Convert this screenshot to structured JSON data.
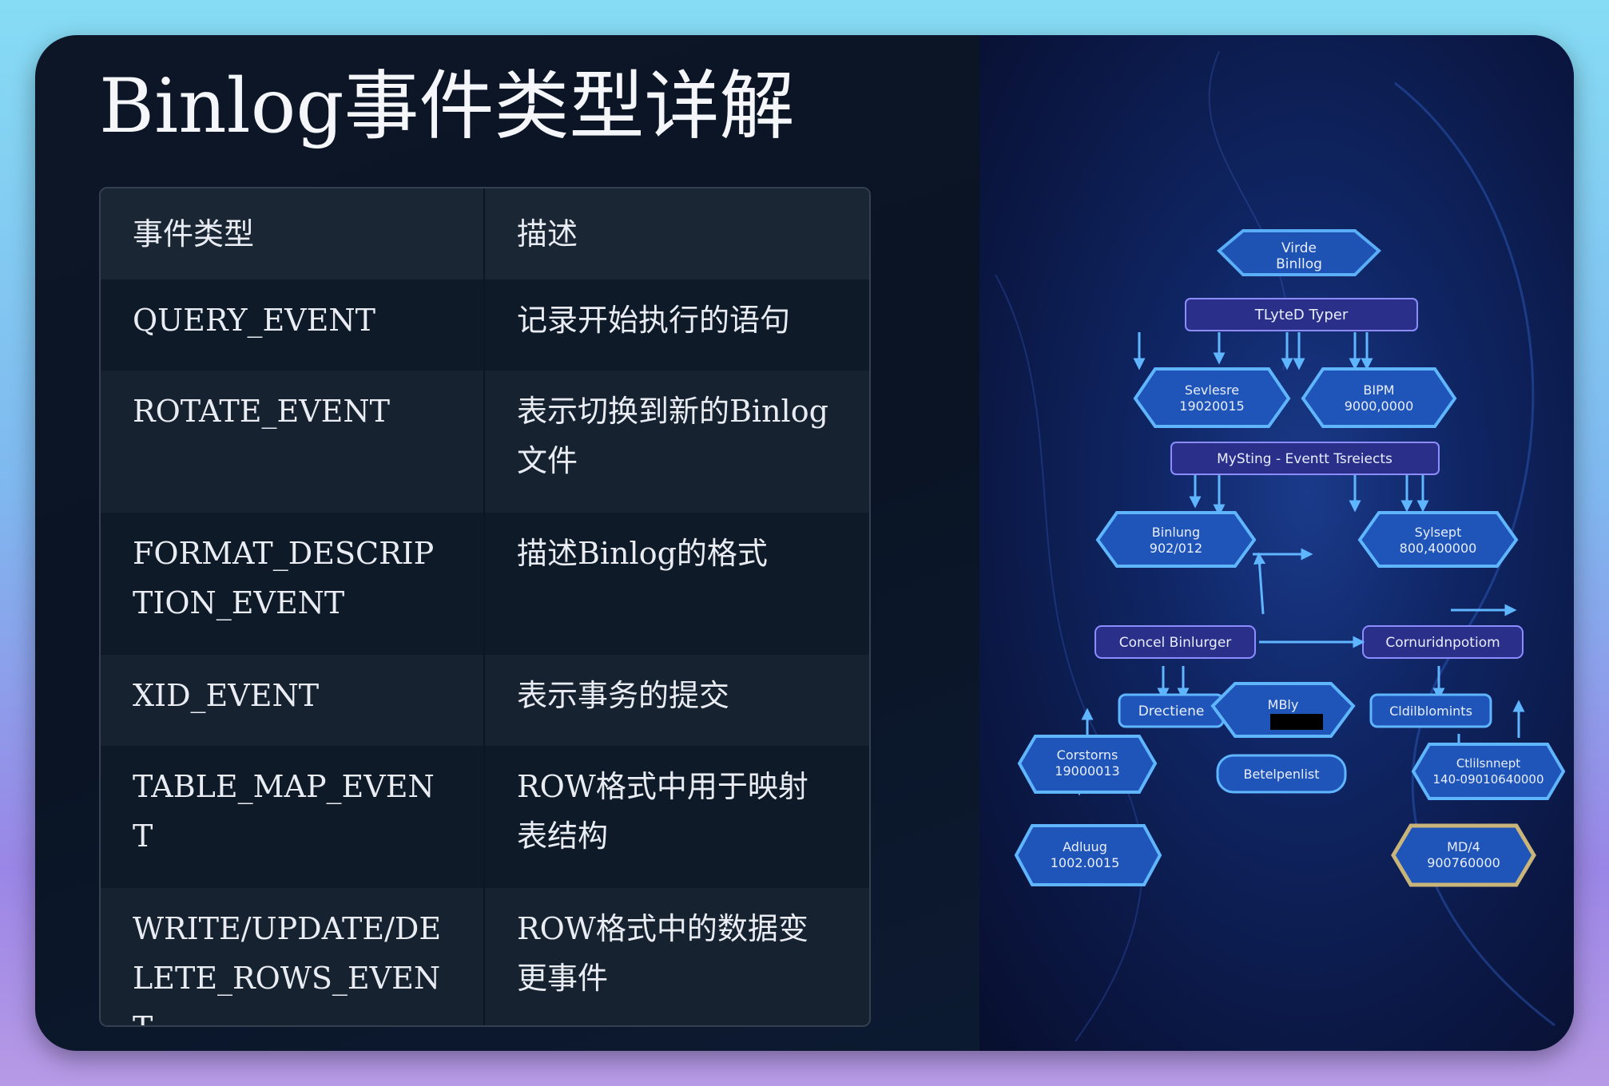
{
  "title": "Binlog事件类型详解",
  "table": {
    "headers": [
      "事件类型",
      "描述"
    ],
    "rows": [
      {
        "type": "QUERY_EVENT",
        "desc": "记录开始执行的语句"
      },
      {
        "type": "ROTATE_EVENT",
        "desc": "表示切换到新的Binlog文件"
      },
      {
        "type": "FORMAT_DESCRIPTION_EVENT",
        "desc": "描述Binlog的格式"
      },
      {
        "type": "XID_EVENT",
        "desc": "表示事务的提交"
      },
      {
        "type": "TABLE_MAP_EVENT",
        "desc": "ROW格式中用于映射表结构"
      },
      {
        "type": "WRITE/UPDATE/DELETE_ROWS_EVENT",
        "desc": "ROW格式中的数据变更事件"
      }
    ]
  },
  "diagram": {
    "top": [
      "Virde",
      "Binllog"
    ],
    "bar1": "TLyteD Typer",
    "left1": [
      "Sevlesre",
      "19020015"
    ],
    "right1": [
      "BIPM",
      "9000,0000"
    ],
    "bar2": "MySting - Eventt Tsreiects",
    "left2": [
      "Binlung",
      "902/012"
    ],
    "right2": [
      "Sylsept",
      "800,400000"
    ],
    "bar3left": "Concel Binlurger",
    "bar3right": "Cornuridnpotiom",
    "mid": "MBly",
    "bar4left": "Drectiene",
    "bar4right": "Cldilblomints",
    "left3": [
      "Corstorns",
      "19000013"
    ],
    "center3": "Betelpenlist",
    "right3": [
      "Ctlilsnnept",
      "140-09010640000"
    ],
    "left4": [
      "Adluug",
      "1002.0015"
    ],
    "right4": [
      "MD/4",
      "900760000"
    ],
    "colors": {
      "accent": "#5fb6ff",
      "bar_fill": "#2a2f8a",
      "node_fill": "#1f55b8",
      "gold": "#c9b47a"
    }
  }
}
